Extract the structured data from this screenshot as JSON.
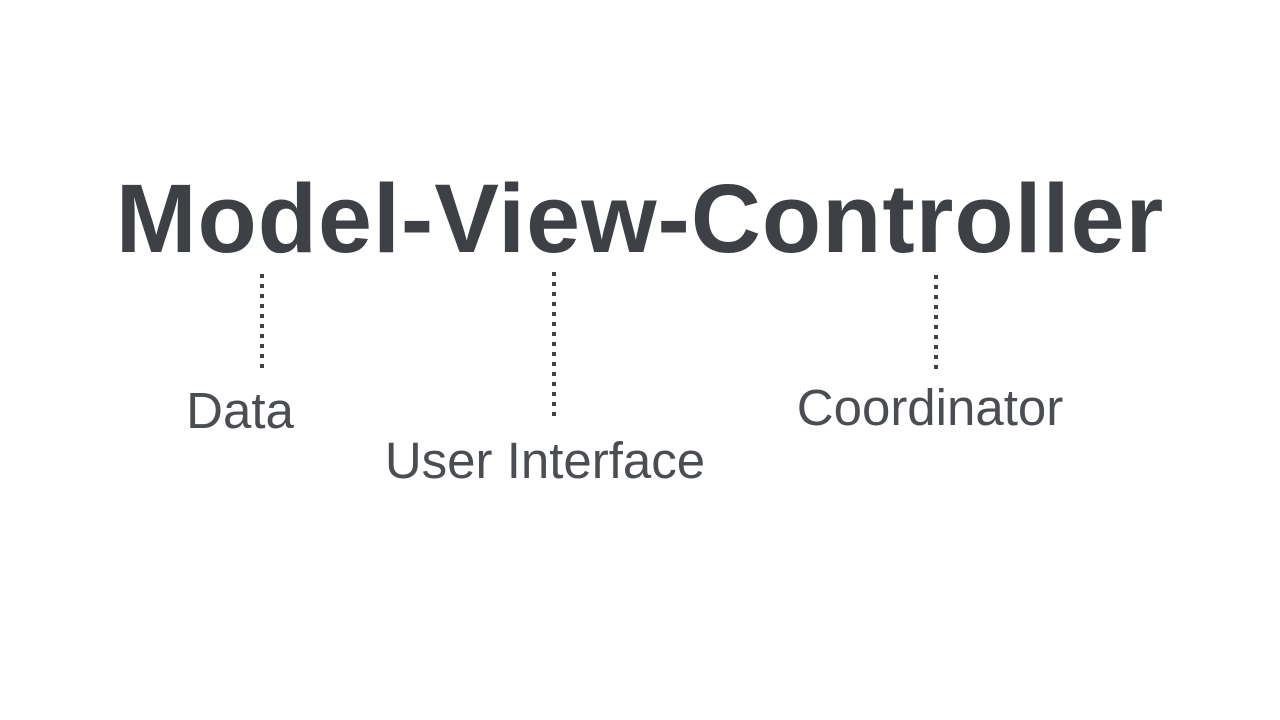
{
  "diagram": {
    "title": "Model-View-Controller",
    "labels": [
      {
        "term": "Model",
        "text": "Data"
      },
      {
        "term": "View",
        "text": "User Interface"
      },
      {
        "term": "Controller",
        "text": "Coordinator"
      }
    ],
    "colors": {
      "background": "#ffffff",
      "title_text": "#3d4145",
      "label_text": "#4a4e53",
      "connector_dots": "#3d4145"
    }
  }
}
